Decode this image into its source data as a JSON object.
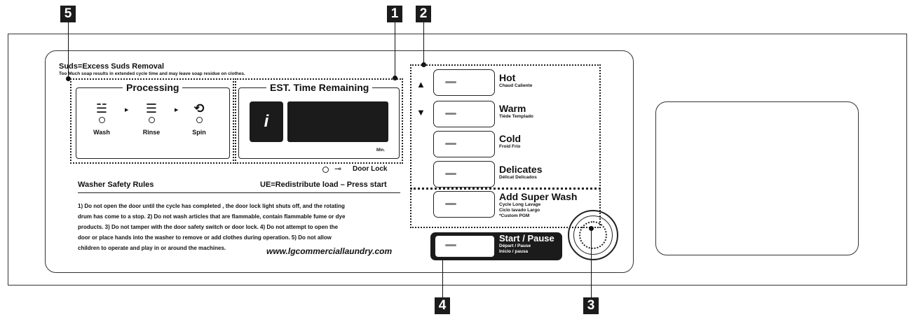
{
  "callouts": {
    "c1": "1",
    "c2": "2",
    "c3": "3",
    "c4": "4",
    "c5": "5"
  },
  "header": {
    "suds_title": "Suds=Excess Suds Removal",
    "suds_note": "Too Much soap results in extended cycle time and may leave soap residue on clothes."
  },
  "processing": {
    "legend": "Processing",
    "items": [
      {
        "label": "Wash",
        "icon": "wash-tub-icon"
      },
      {
        "label": "Rinse",
        "icon": "rinse-tub-icon"
      },
      {
        "label": "Spin",
        "icon": "spin-tub-icon"
      }
    ]
  },
  "time_display": {
    "legend": "EST. Time Remaining",
    "unit": "Min.",
    "info_icon": "info-icon"
  },
  "door_lock": {
    "label": "Door Lock",
    "icon": "key-icon"
  },
  "safety": {
    "title": "Washer Safety Rules",
    "ue_note": "UE=Redistribute load – Press start",
    "lines": [
      "1) Do not open the door until the cycle has completed , the door lock light shuts off, and the rotating",
      "drum has come to a stop. 2) Do not wash articles that are flammable, contain flammable fume or dye",
      "products.   3) Do not tamper with the door safety switch or door lock.  4) Do not attempt to open the",
      "door or place hands into the washer to remove or add clothes during operation.   5)  Do not allow",
      "children to operate and play in or around the machines."
    ],
    "website": "www.lgcommerciallaundry.com"
  },
  "temperature": {
    "up_icon": "up-arrow-icon",
    "down_icon": "down-arrow-icon",
    "options": [
      {
        "title": "Hot",
        "sub": "Chaud  Caliente"
      },
      {
        "title": "Warm",
        "sub": "Tiède  Templado"
      },
      {
        "title": "Cold",
        "sub": "Froid  Frío"
      },
      {
        "title": "Delicates",
        "sub": "Délicat  Delicados"
      }
    ]
  },
  "super_wash": {
    "title": "Add Super Wash",
    "sub1": "Cycle Long Lavage",
    "sub2": "Ciclo lavado Largo",
    "sub3": "*Custom PGM"
  },
  "start_pause": {
    "title": "Start / Pause",
    "sub1": "Départ / Pause",
    "sub2": "Inicio / pausa"
  }
}
